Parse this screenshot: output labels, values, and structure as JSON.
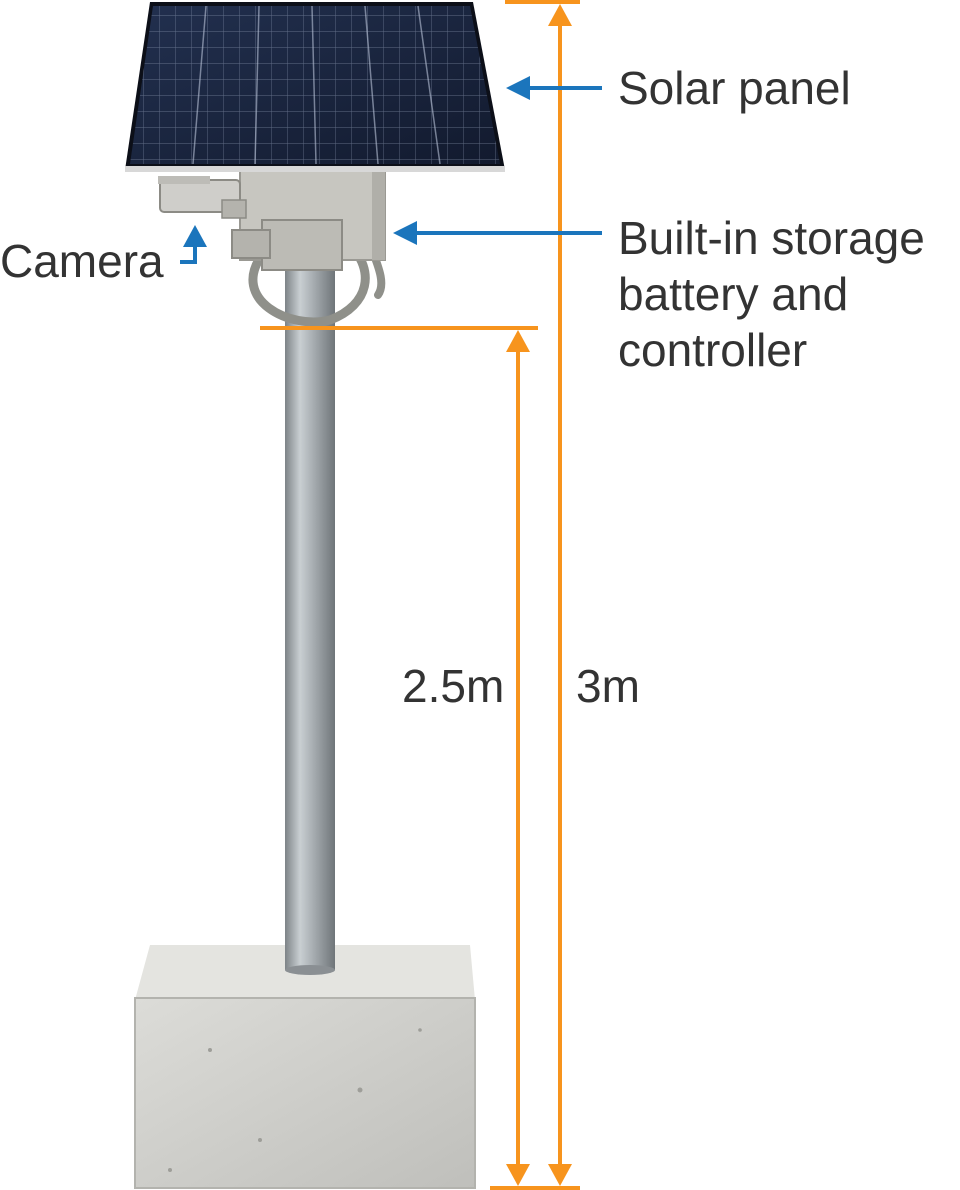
{
  "labels": {
    "solar_panel": "Solar panel",
    "battery_line1": "Built-in storage",
    "battery_line2": "battery and",
    "battery_line3": "controller",
    "camera": "Camera"
  },
  "dimensions": {
    "pole_height": "2.5m",
    "total_height": "3m"
  },
  "colors": {
    "dimension_line": "#f7941d",
    "pointer_arrow": "#1b75bc",
    "text": "#333333",
    "panel_cell": "#1a2540",
    "concrete": "#cfcfcb",
    "pole": "#a6acb0"
  }
}
